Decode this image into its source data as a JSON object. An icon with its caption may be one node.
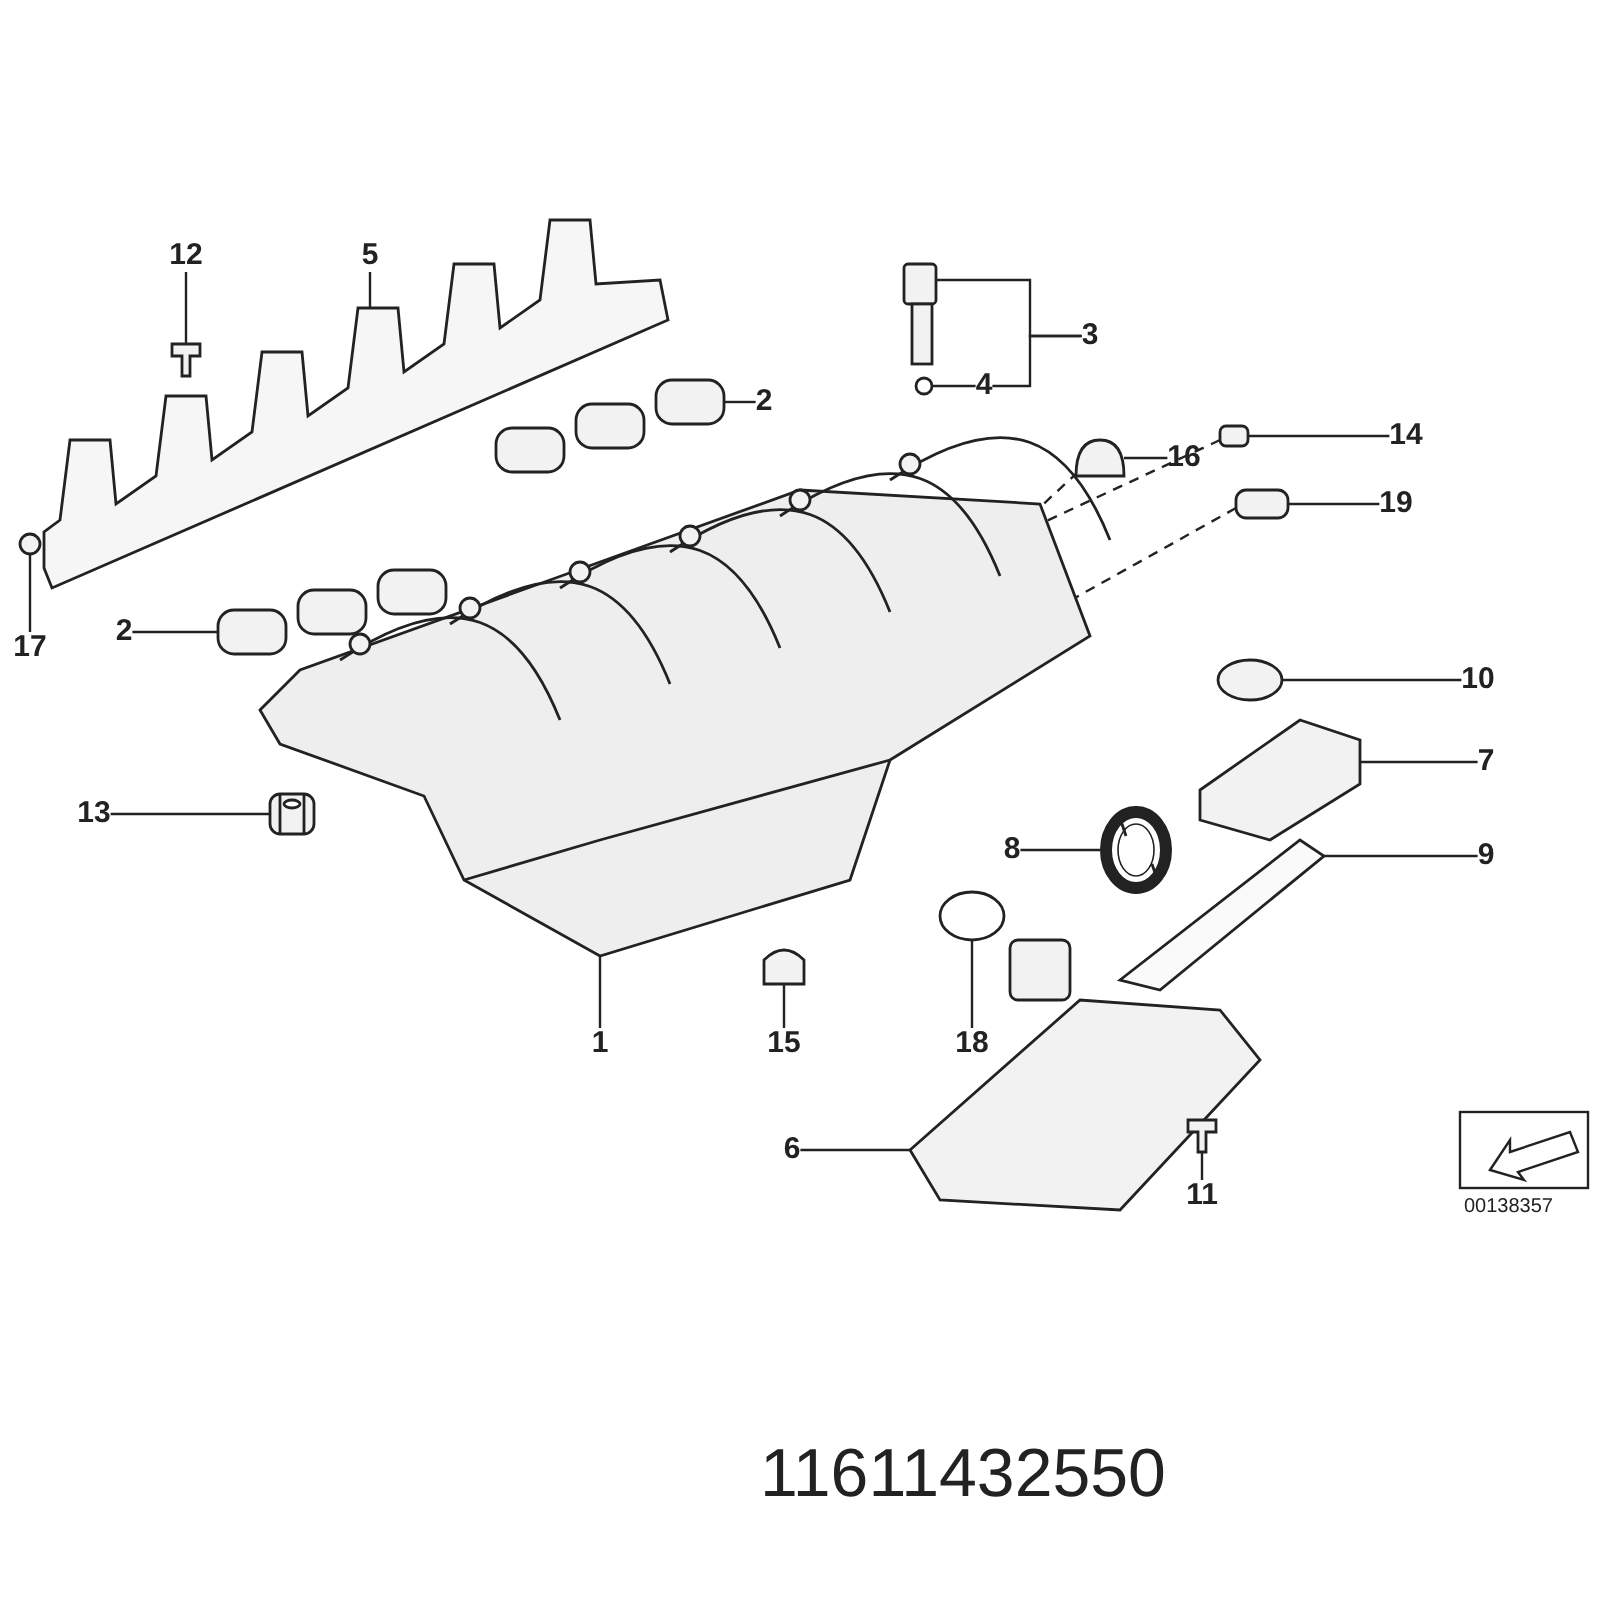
{
  "diagram": {
    "nodes": [
      {
        "text": [
          "12"
        ]
      },
      {
        "text": [
          "5"
        ]
      },
      {
        "text": [
          "3"
        ]
      },
      {
        "text": [
          "2"
        ]
      },
      {
        "text": [
          "4"
        ]
      },
      {
        "text": [
          "16"
        ]
      },
      {
        "text": [
          "14"
        ]
      },
      {
        "text": [
          "19"
        ]
      },
      {
        "text": [
          "17"
        ]
      },
      {
        "text": [
          "2"
        ]
      },
      {
        "text": [
          "10"
        ]
      },
      {
        "text": [
          "7"
        ]
      },
      {
        "text": [
          "13"
        ]
      },
      {
        "text": [
          "8"
        ]
      },
      {
        "text": [
          "9"
        ]
      },
      {
        "text": [
          "1"
        ]
      },
      {
        "text": [
          "15"
        ]
      },
      {
        "text": [
          "18"
        ]
      },
      {
        "text": [
          "6"
        ]
      },
      {
        "text": [
          "11"
        ]
      },
      {
        "text": [],
        "shape": "picture"
      },
      {
        "text": [],
        "shape": "picture"
      },
      {
        "text": [],
        "shape": "picture"
      },
      {
        "text": [],
        "shape": "picture"
      },
      {
        "text": [],
        "shape": "picture"
      },
      {
        "text": [],
        "shape": "picture"
      },
      {
        "text": [],
        "shape": "picture"
      },
      {
        "text": [],
        "shape": "picture"
      },
      {
        "text": [],
        "shape": "picture"
      },
      {
        "text": [],
        "shape": "picture"
      },
      {
        "text": [],
        "shape": "picture"
      },
      {
        "text": [],
        "shape": "picture"
      },
      {
        "text": [],
        "shape": "picture"
      },
      {
        "text": [],
        "shape": "picture"
      },
      {
        "text": [],
        "shape": "picture"
      },
      {
        "text": [],
        "shape": "picture"
      },
      {
        "text": [],
        "shape": "picture"
      },
      {
        "text": [],
        "shape": "picture"
      },
      {
        "text": [],
        "shape": "picture"
      },
      {
        "text": [],
        "shape": "picture"
      }
    ],
    "edges": [
      {
        "from": 0,
        "to": 20,
        "arrow": "none"
      },
      {
        "from": 1,
        "to": 21,
        "arrow": "none"
      },
      {
        "from": 2,
        "to": 22,
        "arrow": "none"
      },
      {
        "from": 2,
        "to": 4,
        "arrow": "none"
      },
      {
        "from": 3,
        "to": 23,
        "arrow": "none"
      },
      {
        "from": 4,
        "to": 24,
        "arrow": "none"
      },
      {
        "from": 5,
        "to": 25,
        "arrow": "none"
      },
      {
        "from": 6,
        "to": 26,
        "arrow": "none"
      },
      {
        "from": 7,
        "to": 27,
        "arrow": "none"
      },
      {
        "from": 8,
        "to": 28,
        "arrow": "none"
      },
      {
        "from": 9,
        "to": 29,
        "arrow": "none"
      },
      {
        "from": 10,
        "to": 30,
        "arrow": "none"
      },
      {
        "from": 11,
        "to": 31,
        "arrow": "none"
      },
      {
        "from": 12,
        "to": 32,
        "arrow": "none"
      },
      {
        "from": 13,
        "to": 33,
        "arrow": "none"
      },
      {
        "from": 14,
        "to": 34,
        "arrow": "none"
      },
      {
        "from": 15,
        "to": 35,
        "arrow": "none"
      },
      {
        "from": 16,
        "to": 36,
        "arrow": "none"
      },
      {
        "from": 17,
        "to": 37,
        "arrow": "none"
      },
      {
        "from": 18,
        "to": 38,
        "arrow": "none"
      },
      {
        "from": 19,
        "to": 39,
        "arrow": "none"
      },
      {
        "from": 25,
        "to": 35,
        "arrow": "none",
        "style": "dashed"
      },
      {
        "from": 26,
        "to": 35,
        "arrow": "none",
        "style": "dashed"
      },
      {
        "from": 27,
        "to": 35,
        "arrow": "none",
        "style": "dashed"
      }
    ],
    "labels": [
      "00138357",
      "11611432550"
    ]
  }
}
